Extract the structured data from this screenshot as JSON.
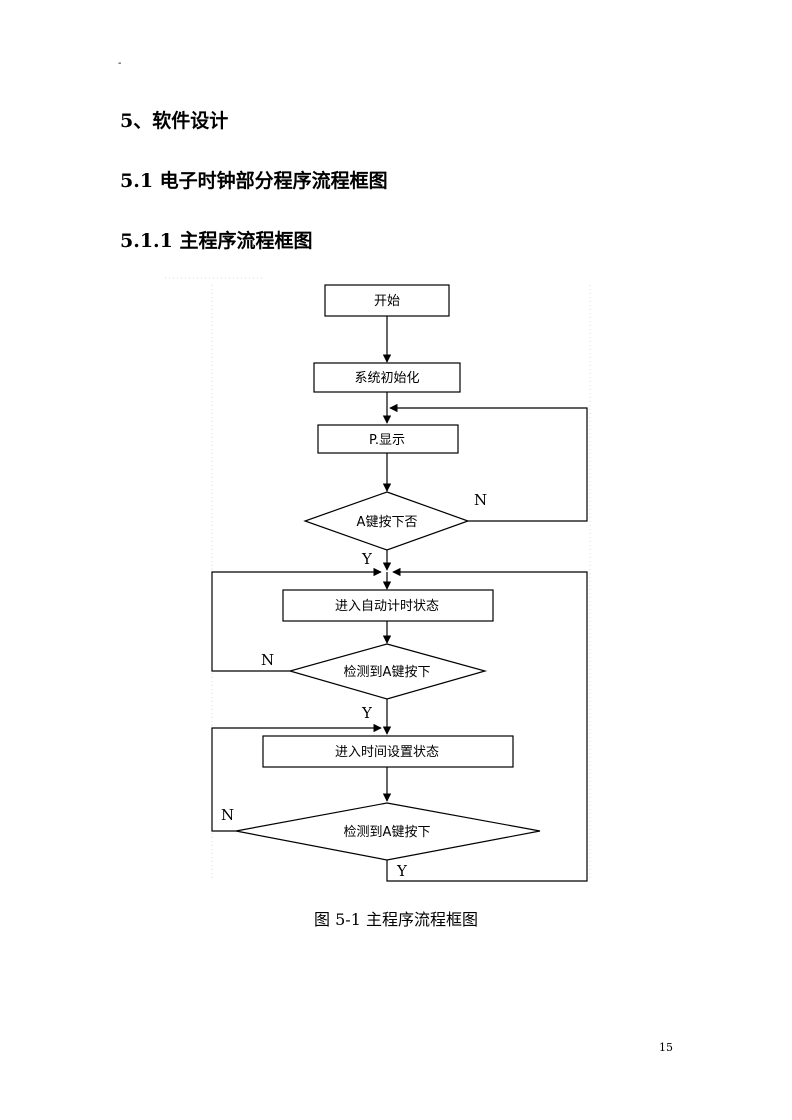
{
  "page": {
    "dash": "-",
    "heading_main": "5、软件设计",
    "heading_sub": "5.1 电子时钟部分程序流程框图",
    "heading_subsub": "5.1.1 主程序流程框图",
    "caption": "图 5-1 主程序流程框图",
    "page_number": "15"
  },
  "flowchart": {
    "start": "开始",
    "init": "系统初始化",
    "display": "P.显示",
    "check_a": "A键按下否",
    "auto_time": "进入自动计时状态",
    "detect_a_1": "检测到A键按下",
    "set_time": "进入时间设置状态",
    "detect_a_2": "检测到A键按下",
    "label_n1": "N",
    "label_y1": "Y",
    "label_n2": "N",
    "label_y2": "Y",
    "label_n3": "N",
    "label_y3": "Y"
  }
}
